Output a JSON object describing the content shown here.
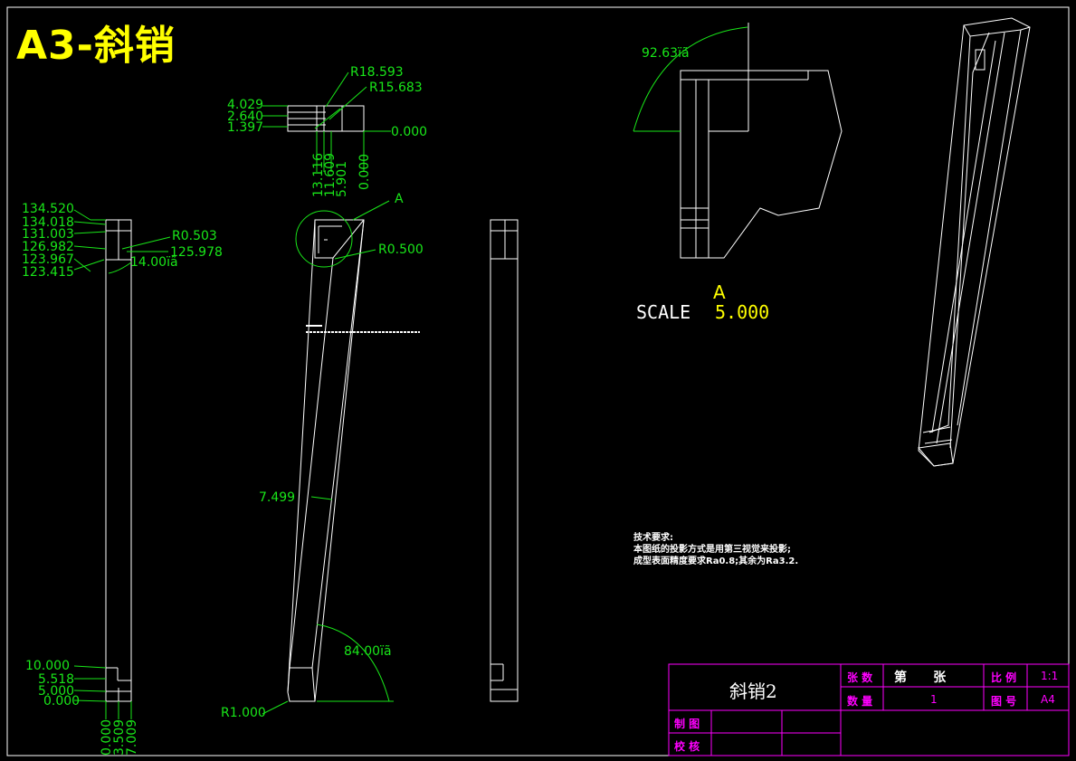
{
  "title": "A3-斜销",
  "colors": {
    "dim": "#19e619",
    "outline": "#ffffff",
    "title": "#ffff00",
    "table": "#ff00ff"
  },
  "left_view": {
    "top_dims": [
      "134.520",
      "134.018",
      "131.003",
      "126.982",
      "123.967",
      "123.415"
    ],
    "radius": "R0.503",
    "right_dim": "125.978",
    "angle": "14.00ïã",
    "bottom_dims": [
      "10.000",
      "5.518",
      "5.000",
      "0.000"
    ],
    "x_dims": [
      "0.000",
      "3.509",
      "7.009"
    ]
  },
  "top_detail": {
    "radii": [
      "R18.593",
      "R15.683"
    ],
    "left_dims": [
      "4.029",
      "2.640",
      "1.397"
    ],
    "right_dim": "0.000",
    "bottom_dims": [
      "13.116",
      "11.609",
      "5.901",
      "0.000"
    ]
  },
  "main_view": {
    "detail_label": "A",
    "radius_top": "R0.500",
    "width_dim": "7.499",
    "angle": "84.00ïã",
    "radius_bottom": "R1.000"
  },
  "detail_view": {
    "angle": "92.63ïã",
    "label": "A",
    "scale_label": "SCALE",
    "scale_value": "5.000"
  },
  "notes": {
    "heading": "技术要求:",
    "line1": "本图纸的投影方式是用第三视觉来投影;",
    "line2": "成型表面精度要求Ra0.8;其余为Ra3.2."
  },
  "title_block": {
    "part_name": "斜销2",
    "sheets_label": "张 数",
    "sheet_text": "第      张",
    "scale_label": "比 例",
    "scale_value": "1:1",
    "qty_label": "数 量",
    "qty_value": "1",
    "drawing_no_label": "图 号",
    "drawing_no_value": "A4",
    "drawn_label": "制 图",
    "checked_label": "校 核"
  }
}
